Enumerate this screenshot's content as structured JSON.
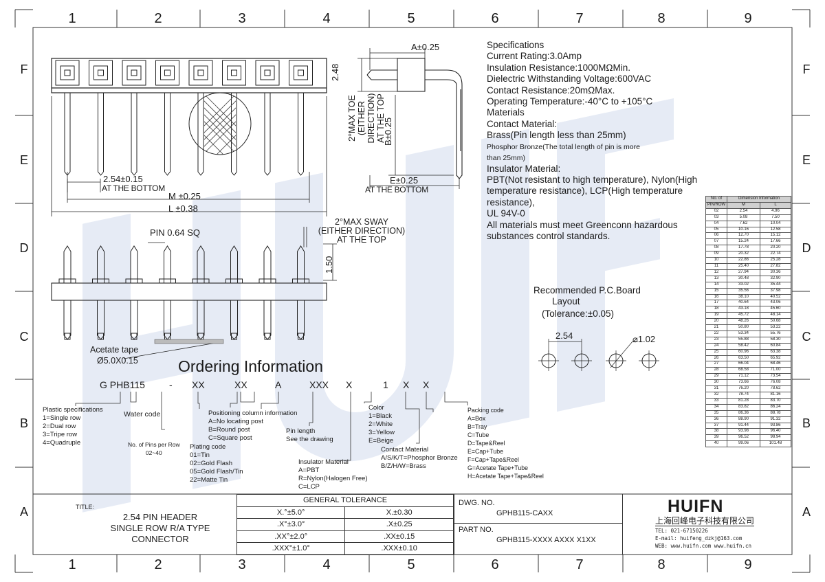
{
  "watermark": "HUIFN",
  "zones": {
    "columns": [
      "1",
      "2",
      "3",
      "4",
      "5",
      "6",
      "7",
      "8",
      "9"
    ],
    "rows": [
      "F",
      "E",
      "D",
      "C",
      "B",
      "A"
    ]
  },
  "top_view": {
    "pitch_label": "2.54±0.15",
    "pitch_note": "AT THE BOTTOM",
    "m_label": "M ±0.25",
    "l_label": "L ±0.38"
  },
  "side_view": {
    "a_label": "A±0.25",
    "height_label": "2.48",
    "toe_line1": "2°MAX TOE",
    "toe_line2": "(EITHER DIRECTION)",
    "toe_line3": "AT THE TOP",
    "b_label": "B±0.25",
    "e_label": "E±0.25",
    "e_note": "AT THE BOTTOM"
  },
  "front_view": {
    "pin_label": "PIN 0.64 SQ",
    "sway_line1": "2°MAX SWAY",
    "sway_line2": "(EITHER DIRECTION)",
    "sway_line3": "AT THE TOP",
    "height_label": "1.50",
    "tape_line1": "Acetate tape",
    "tape_line2": "Ø5.0X0.15"
  },
  "specifications": {
    "lines": [
      "Specifications",
      "Current Rating:3.0Amp",
      "Insulation Resistance:1000MΩMin.",
      "Dielectric Withstanding Voltage:600VAC",
      "Contact Resistance:20mΩMax.",
      "Operating Temperature:-40°C to +105°C",
      "Materials",
      "Contact Material:",
      "Brass(Pin length less than 25mm)"
    ],
    "small_lines": [
      "Phosphor Bronze(The total length of pin is more",
      "than 25mm)"
    ],
    "lines2": [
      "Insulator Material:",
      "PBT(Not resistant to high temperature),  Nylon(High",
      "temperature resistance), LCP(High temperature",
      "resistance),",
      "UL 94V-0",
      "All materials must meet Greenconn hazardous",
      "substances control standards."
    ]
  },
  "pcb_layout": {
    "line1": "Recommended P.C.Board",
    "line2": "Layout",
    "line3": "(Tolerance:±0.05)",
    "pitch": "2.54",
    "diameter": "⌀1.02"
  },
  "dimension_table": {
    "header_no": "No. of",
    "header_no2": "PIN/ROW",
    "header_dim": "Dimension Information",
    "header_m": "M",
    "header_l": "L",
    "rows": [
      [
        "02",
        "2.54",
        "4.96"
      ],
      [
        "03",
        "5.08",
        "7.50"
      ],
      [
        "04",
        "7.62",
        "10.04"
      ],
      [
        "05",
        "10.16",
        "12.58"
      ],
      [
        "06",
        "12.70",
        "15.12"
      ],
      [
        "07",
        "15.24",
        "17.66"
      ],
      [
        "08",
        "17.78",
        "20.20"
      ],
      [
        "09",
        "20.32",
        "22.74"
      ],
      [
        "10",
        "22.86",
        "25.28"
      ],
      [
        "11",
        "25.40",
        "27.82"
      ],
      [
        "12",
        "27.94",
        "30.36"
      ],
      [
        "13",
        "30.48",
        "32.90"
      ],
      [
        "14",
        "33.02",
        "35.44"
      ],
      [
        "15",
        "35.56",
        "37.98"
      ],
      [
        "16",
        "38.10",
        "40.52"
      ],
      [
        "17",
        "40.64",
        "43.06"
      ],
      [
        "18",
        "43.18",
        "45.60"
      ],
      [
        "19",
        "45.72",
        "48.14"
      ],
      [
        "20",
        "48.26",
        "50.68"
      ],
      [
        "21",
        "50.80",
        "53.22"
      ],
      [
        "22",
        "53.34",
        "55.76"
      ],
      [
        "23",
        "55.88",
        "58.30"
      ],
      [
        "24",
        "58.42",
        "60.84"
      ],
      [
        "25",
        "60.96",
        "63.38"
      ],
      [
        "26",
        "63.50",
        "65.92"
      ],
      [
        "27",
        "66.04",
        "68.46"
      ],
      [
        "28",
        "68.58",
        "71.00"
      ],
      [
        "29",
        "71.12",
        "73.54"
      ],
      [
        "30",
        "73.66",
        "76.08"
      ],
      [
        "31",
        "76.20",
        "78.62"
      ],
      [
        "32",
        "78.74",
        "81.16"
      ],
      [
        "33",
        "81.28",
        "83.70"
      ],
      [
        "34",
        "83.82",
        "86.24"
      ],
      [
        "35",
        "86.36",
        "88.78"
      ],
      [
        "36",
        "88.90",
        "91.32"
      ],
      [
        "37",
        "91.44",
        "93.86"
      ],
      [
        "38",
        "93.98",
        "96.40"
      ],
      [
        "39",
        "96.52",
        "98.94"
      ],
      [
        "40",
        "99.06",
        "101.48"
      ]
    ]
  },
  "ordering": {
    "title": "Ordering Information",
    "code": [
      "G PHB115",
      "-",
      "XX",
      "XX",
      "A",
      "XXX",
      "X",
      "1",
      "X",
      "X"
    ],
    "plastic": [
      "Plastic specifications",
      "1=Single row",
      "2=Dual row",
      "3=Tripe row",
      "4=Quadruple"
    ],
    "water": "Water code",
    "pins": [
      "No. of Pins per Row",
      "02~40"
    ],
    "position": [
      "Positioning column information",
      "A=No locating post",
      "B=Round post",
      "C=Square post"
    ],
    "plating": [
      "Plating code",
      "01=Tin",
      "02=Gold Flash",
      "05=Gold Flash/Tin",
      "22=Matte Tin"
    ],
    "pin_length": [
      "Pin length",
      "See the drawing"
    ],
    "insulator": [
      "Insulator Material",
      "A=PBT",
      "R=Nylon(Halogen Free)",
      "C=LCP"
    ],
    "color": [
      "Color",
      "1=Black",
      "2=White",
      "3=Yellow",
      "E=Beige"
    ],
    "contact": [
      "Contact Material",
      "A/S/K/T=Phosphor Bronze",
      "B/Z/H/W=Brass"
    ],
    "packing": [
      "Packing code",
      "A=Box",
      "B=Tray",
      "C=Tube",
      "D=Tape&Reel",
      "E=Cap+Tube",
      "F=Cap+Tape&Reel",
      "G=Acetate Tape+Tube",
      "H=Acetate Tape+Tape&Reel"
    ]
  },
  "title_block": {
    "title_label": "TITLE:",
    "title_lines": [
      "2.54 PIN HEADER",
      "SINGLE ROW R/A TYPE",
      "CONNECTOR"
    ],
    "tolerance_header": "GENERAL TOLERANCE",
    "tolerance_rows": [
      [
        "X.°±5.0°",
        "X.±0.30"
      ],
      [
        ".X°±3.0°",
        ".X±0.25"
      ],
      [
        ".XX°±2.0°",
        ".XX±0.15"
      ],
      [
        ".XXX°±1.0°",
        ".XXX±0.10"
      ]
    ],
    "dwg_label": "DWG. NO.",
    "dwg_value": "GPHB115-CAXX",
    "part_label": "PART NO.",
    "part_value": "GPHB115-XXXX AXXX X1XX",
    "logo": "HUIFN",
    "company": "上海回峰电子科技有限公司",
    "tel": "TEL: 021-67150226",
    "email": "E-mail: huifeng_dzkj@163.com",
    "web": "WEB: www.huifn.com   www.huifn.cn"
  }
}
